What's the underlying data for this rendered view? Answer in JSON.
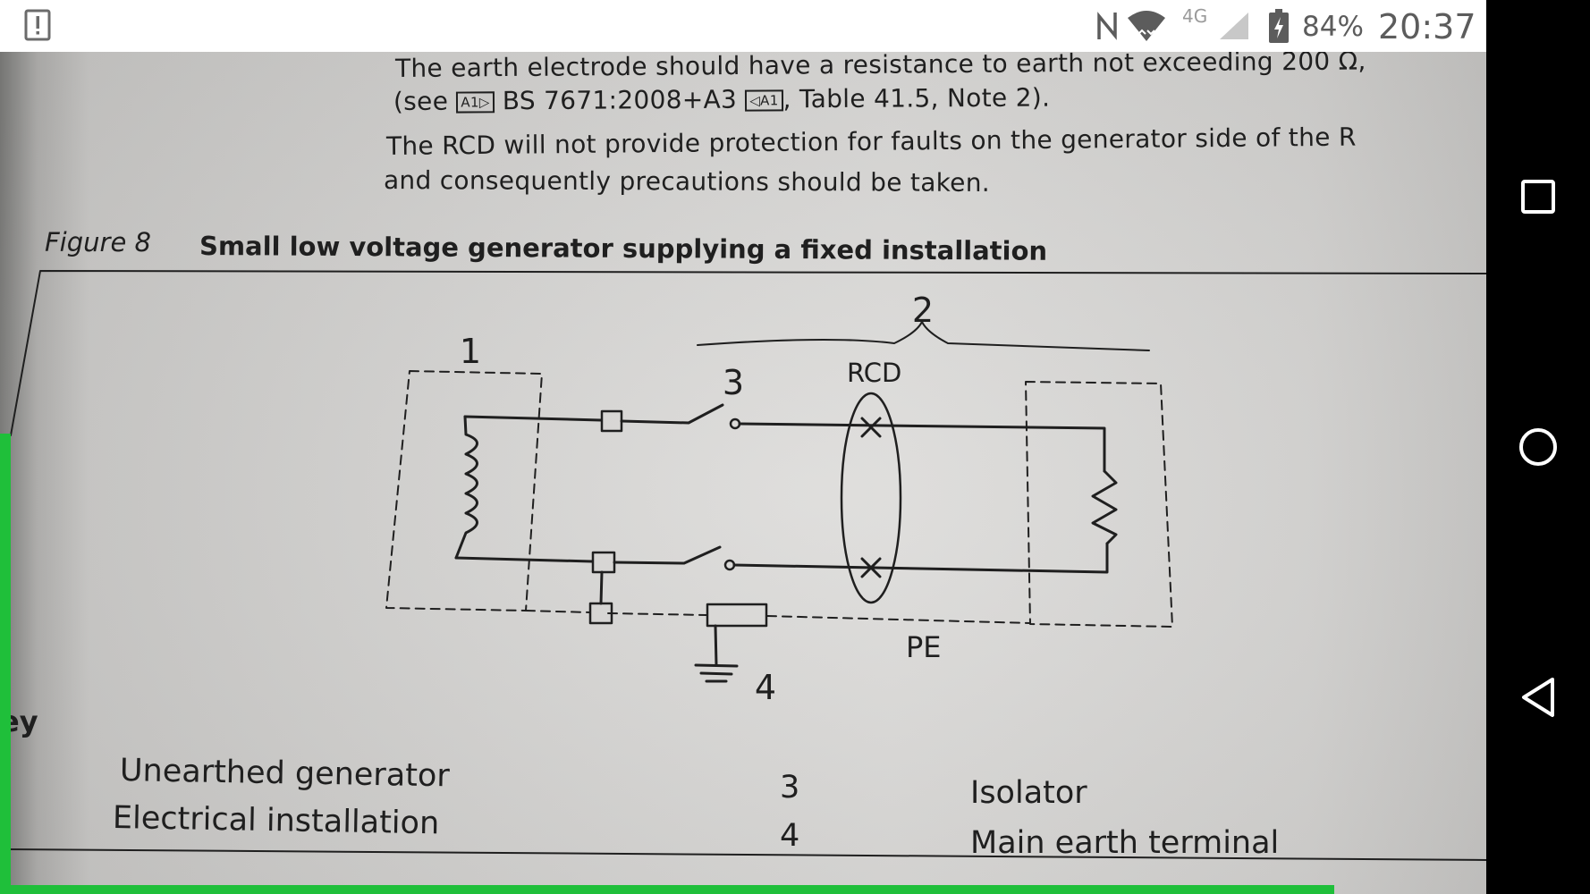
{
  "status_bar": {
    "battery": "84%",
    "time": "20:37",
    "network": "4G"
  },
  "page": {
    "para1_line1": "The earth electrode should have a resistance to earth not exceeding 200 Ω,",
    "para1_line2_pre": "(see ",
    "para1_line2_mid": " BS 7671:2008+A3 ",
    "para1_line2_post": ", Table 41.5, Note 2).",
    "amendment_mark": "A1",
    "para2_line1": "The RCD will not provide protection for faults on the generator side of the R",
    "para2_line2": "and consequently precautions should be taken.",
    "figure_label": "Figure 8",
    "figure_title": "Small low voltage generator supplying a fixed installation",
    "key_heading_fragment": "ey"
  },
  "diagram": {
    "label_1": "1",
    "label_2": "2",
    "label_3": "3",
    "label_4": "4",
    "label_rcd": "RCD",
    "label_pe": "PE"
  },
  "key": {
    "items": [
      {
        "label": "Unearthed generator"
      },
      {
        "label": "Electrical installation"
      },
      {
        "number": "3",
        "label": "Isolator"
      },
      {
        "number": "4",
        "label": "Main earth terminal"
      }
    ]
  },
  "colors": {
    "status_bar_bg": "#ffffff",
    "nav_bg": "#000000",
    "selection_green": "#1fbf3a",
    "ink": "#1f1f1f"
  }
}
